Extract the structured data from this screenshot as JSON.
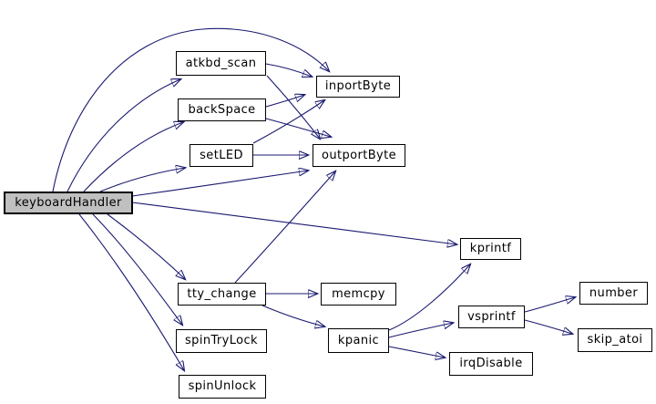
{
  "diagram": {
    "type": "call-graph",
    "root": "keyboardHandler",
    "colors": {
      "edge": "#191970",
      "node_fill": "#ffffff",
      "node_border": "#000000",
      "root_fill": "#c0c0c0",
      "background": "#ffffff",
      "text": "#000000"
    },
    "nodes": {
      "keyboardHandler": {
        "label": "keyboardHandler"
      },
      "atkbd_scan": {
        "label": "atkbd_scan"
      },
      "backSpace": {
        "label": "backSpace"
      },
      "setLED": {
        "label": "setLED"
      },
      "inportByte": {
        "label": "inportByte"
      },
      "outportByte": {
        "label": "outportByte"
      },
      "kprintf": {
        "label": "kprintf"
      },
      "tty_change": {
        "label": "tty_change"
      },
      "memcpy": {
        "label": "memcpy"
      },
      "spinTryLock": {
        "label": "spinTryLock"
      },
      "spinUnlock": {
        "label": "spinUnlock"
      },
      "kpanic": {
        "label": "kpanic"
      },
      "vsprintf": {
        "label": "vsprintf"
      },
      "irqDisable": {
        "label": "irqDisable"
      },
      "number": {
        "label": "number"
      },
      "skip_atoi": {
        "label": "skip_atoi"
      }
    },
    "edges": [
      {
        "from": "keyboardHandler",
        "to": "atkbd_scan"
      },
      {
        "from": "keyboardHandler",
        "to": "backSpace"
      },
      {
        "from": "keyboardHandler",
        "to": "setLED"
      },
      {
        "from": "keyboardHandler",
        "to": "inportByte"
      },
      {
        "from": "keyboardHandler",
        "to": "outportByte"
      },
      {
        "from": "keyboardHandler",
        "to": "kprintf"
      },
      {
        "from": "keyboardHandler",
        "to": "tty_change"
      },
      {
        "from": "keyboardHandler",
        "to": "spinTryLock"
      },
      {
        "from": "keyboardHandler",
        "to": "spinUnlock"
      },
      {
        "from": "atkbd_scan",
        "to": "inportByte"
      },
      {
        "from": "atkbd_scan",
        "to": "outportByte"
      },
      {
        "from": "backSpace",
        "to": "inportByte"
      },
      {
        "from": "backSpace",
        "to": "outportByte"
      },
      {
        "from": "setLED",
        "to": "inportByte"
      },
      {
        "from": "setLED",
        "to": "outportByte"
      },
      {
        "from": "tty_change",
        "to": "memcpy"
      },
      {
        "from": "tty_change",
        "to": "outportByte"
      },
      {
        "from": "tty_change",
        "to": "kpanic"
      },
      {
        "from": "kpanic",
        "to": "kprintf"
      },
      {
        "from": "kpanic",
        "to": "vsprintf"
      },
      {
        "from": "kpanic",
        "to": "irqDisable"
      },
      {
        "from": "vsprintf",
        "to": "number"
      },
      {
        "from": "vsprintf",
        "to": "skip_atoi"
      }
    ]
  }
}
